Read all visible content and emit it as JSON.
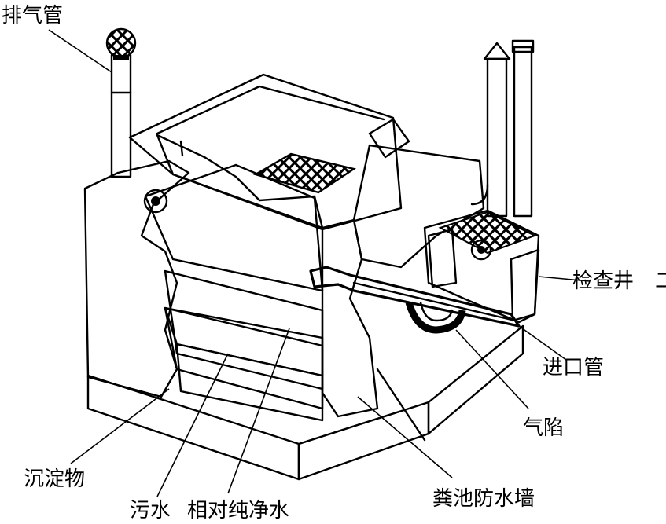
{
  "labels": {
    "vent_pipe": "排气管",
    "inspection_well": "检查井",
    "inlet_pipe": "进口管",
    "air_trap": "气陷",
    "sediment": "沉淀物",
    "sewage": "污水",
    "clean_water": "相对纯净水",
    "waterproof_wall": "粪池防水墙"
  },
  "edge_mark": "二",
  "colors": {
    "ink": "#000000",
    "paper": "#ffffff"
  }
}
